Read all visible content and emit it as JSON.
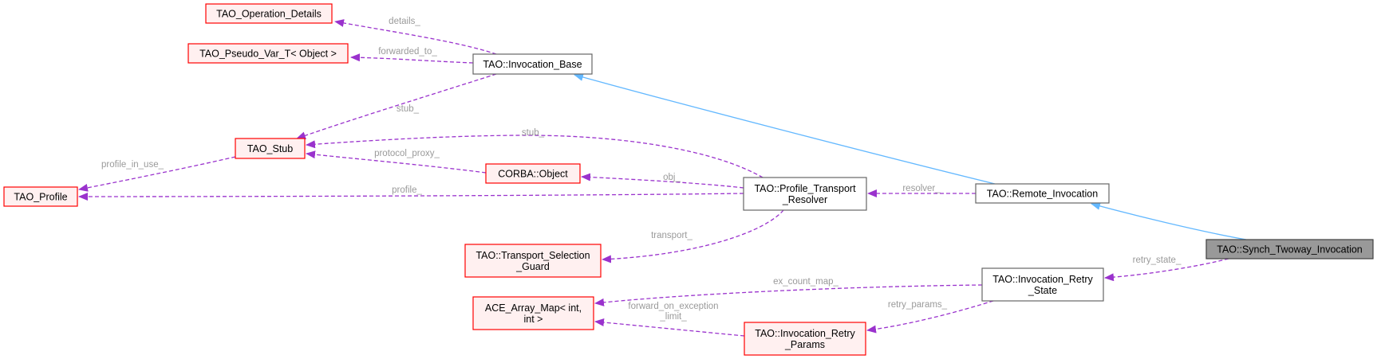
{
  "colors": {
    "incomplete_border": "#ff0000",
    "incomplete_fill": "#fff0f0",
    "complete_border": "#666666",
    "complete_fill": "#ffffff",
    "focus_border": "#404040",
    "focus_fill": "#999999",
    "usage_edge": "#9a32cd",
    "inheritance_edge": "#63b8ff",
    "edge_label": "#9a9a9a"
  },
  "nodes": [
    {
      "id": "synch_twoway",
      "lines": [
        "TAO::Synch_Twoway_Invocation"
      ],
      "style": "focus"
    },
    {
      "id": "remote_invocation",
      "lines": [
        "TAO::Remote_Invocation"
      ],
      "style": "complete"
    },
    {
      "id": "invocation_base",
      "lines": [
        "TAO::Invocation_Base"
      ],
      "style": "complete"
    },
    {
      "id": "profile_transport_resolver",
      "lines": [
        "TAO::Profile_Transport",
        "_Resolver"
      ],
      "style": "complete"
    },
    {
      "id": "invocation_retry_state",
      "lines": [
        "TAO::Invocation_Retry",
        "_State"
      ],
      "style": "complete"
    },
    {
      "id": "operation_details",
      "lines": [
        "TAO_Operation_Details"
      ],
      "style": "incomplete"
    },
    {
      "id": "pseudo_var",
      "lines": [
        "TAO_Pseudo_Var_T< Object >"
      ],
      "style": "incomplete"
    },
    {
      "id": "tao_stub",
      "lines": [
        "TAO_Stub"
      ],
      "style": "incomplete"
    },
    {
      "id": "tao_profile",
      "lines": [
        "TAO_Profile"
      ],
      "style": "incomplete"
    },
    {
      "id": "corba_object",
      "lines": [
        "CORBA::Object"
      ],
      "style": "incomplete"
    },
    {
      "id": "transport_selection_guard",
      "lines": [
        "TAO::Transport_Selection",
        "_Guard"
      ],
      "style": "incomplete"
    },
    {
      "id": "ace_array_map",
      "lines": [
        "ACE_Array_Map< int,",
        "int >"
      ],
      "style": "incomplete"
    },
    {
      "id": "invocation_retry_params",
      "lines": [
        "TAO::Invocation_Retry",
        "_Params"
      ],
      "style": "incomplete"
    }
  ],
  "edges": [
    {
      "id": "details",
      "label": [
        "details_"
      ],
      "from": "invocation_base",
      "to": "operation_details",
      "kind": "usage"
    },
    {
      "id": "forwarded_to",
      "label": [
        "forwarded_to_"
      ],
      "from": "invocation_base",
      "to": "pseudo_var",
      "kind": "usage"
    },
    {
      "id": "stub_base",
      "label": [
        "stub_"
      ],
      "from": "invocation_base",
      "to": "tao_stub",
      "kind": "usage"
    },
    {
      "id": "stub_resolver",
      "label": [
        "stub_"
      ],
      "from": "profile_transport_resolver",
      "to": "tao_stub",
      "kind": "usage"
    },
    {
      "id": "protocol_proxy",
      "label": [
        "protocol_proxy_"
      ],
      "from": "corba_object",
      "to": "tao_stub",
      "kind": "usage"
    },
    {
      "id": "profile_in_use",
      "label": [
        "profile_in_use_"
      ],
      "from": "tao_stub",
      "to": "tao_profile",
      "kind": "usage"
    },
    {
      "id": "profile",
      "label": [
        "profile_"
      ],
      "from": "profile_transport_resolver",
      "to": "tao_profile",
      "kind": "usage"
    },
    {
      "id": "obj",
      "label": [
        "obj_"
      ],
      "from": "profile_transport_resolver",
      "to": "corba_object",
      "kind": "usage"
    },
    {
      "id": "transport",
      "label": [
        "transport_"
      ],
      "from": "profile_transport_resolver",
      "to": "transport_selection_guard",
      "kind": "usage"
    },
    {
      "id": "resolver",
      "label": [
        "resolver_"
      ],
      "from": "remote_invocation",
      "to": "profile_transport_resolver",
      "kind": "usage"
    },
    {
      "id": "inherit_base",
      "label": [],
      "from": "remote_invocation",
      "to": "invocation_base",
      "kind": "inheritance"
    },
    {
      "id": "inherit_remote",
      "label": [],
      "from": "synch_twoway",
      "to": "remote_invocation",
      "kind": "inheritance"
    },
    {
      "id": "retry_state",
      "label": [
        "retry_state_"
      ],
      "from": "synch_twoway",
      "to": "invocation_retry_state",
      "kind": "usage"
    },
    {
      "id": "ex_count_map",
      "label": [
        "ex_count_map_"
      ],
      "from": "invocation_retry_state",
      "to": "ace_array_map",
      "kind": "usage"
    },
    {
      "id": "retry_params",
      "label": [
        "retry_params_"
      ],
      "from": "invocation_retry_state",
      "to": "invocation_retry_params",
      "kind": "usage"
    },
    {
      "id": "forward_on_exception",
      "label": [
        "forward_on_exception",
        "_limit_"
      ],
      "from": "invocation_retry_params",
      "to": "ace_array_map",
      "kind": "usage"
    }
  ]
}
